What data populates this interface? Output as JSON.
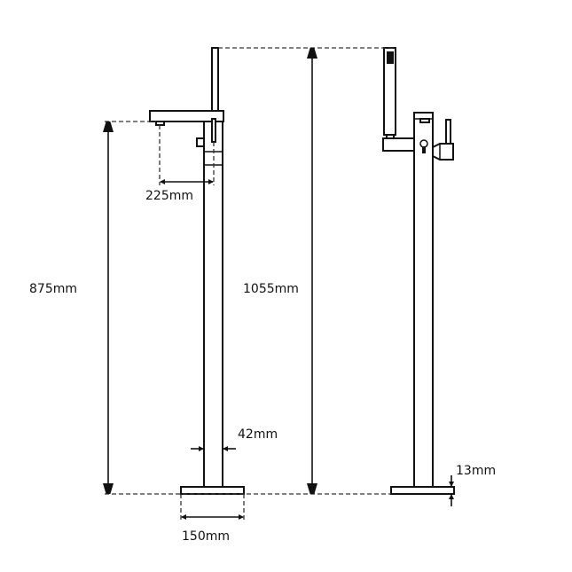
{
  "dimensions": {
    "spout_reach": "225mm",
    "spout_height": "875mm",
    "total_height": "1055mm",
    "column_diameter": "42mm",
    "base_width": "150mm",
    "base_thickness": "13mm"
  },
  "colors": {
    "line": "#111111",
    "background": "#ffffff"
  }
}
